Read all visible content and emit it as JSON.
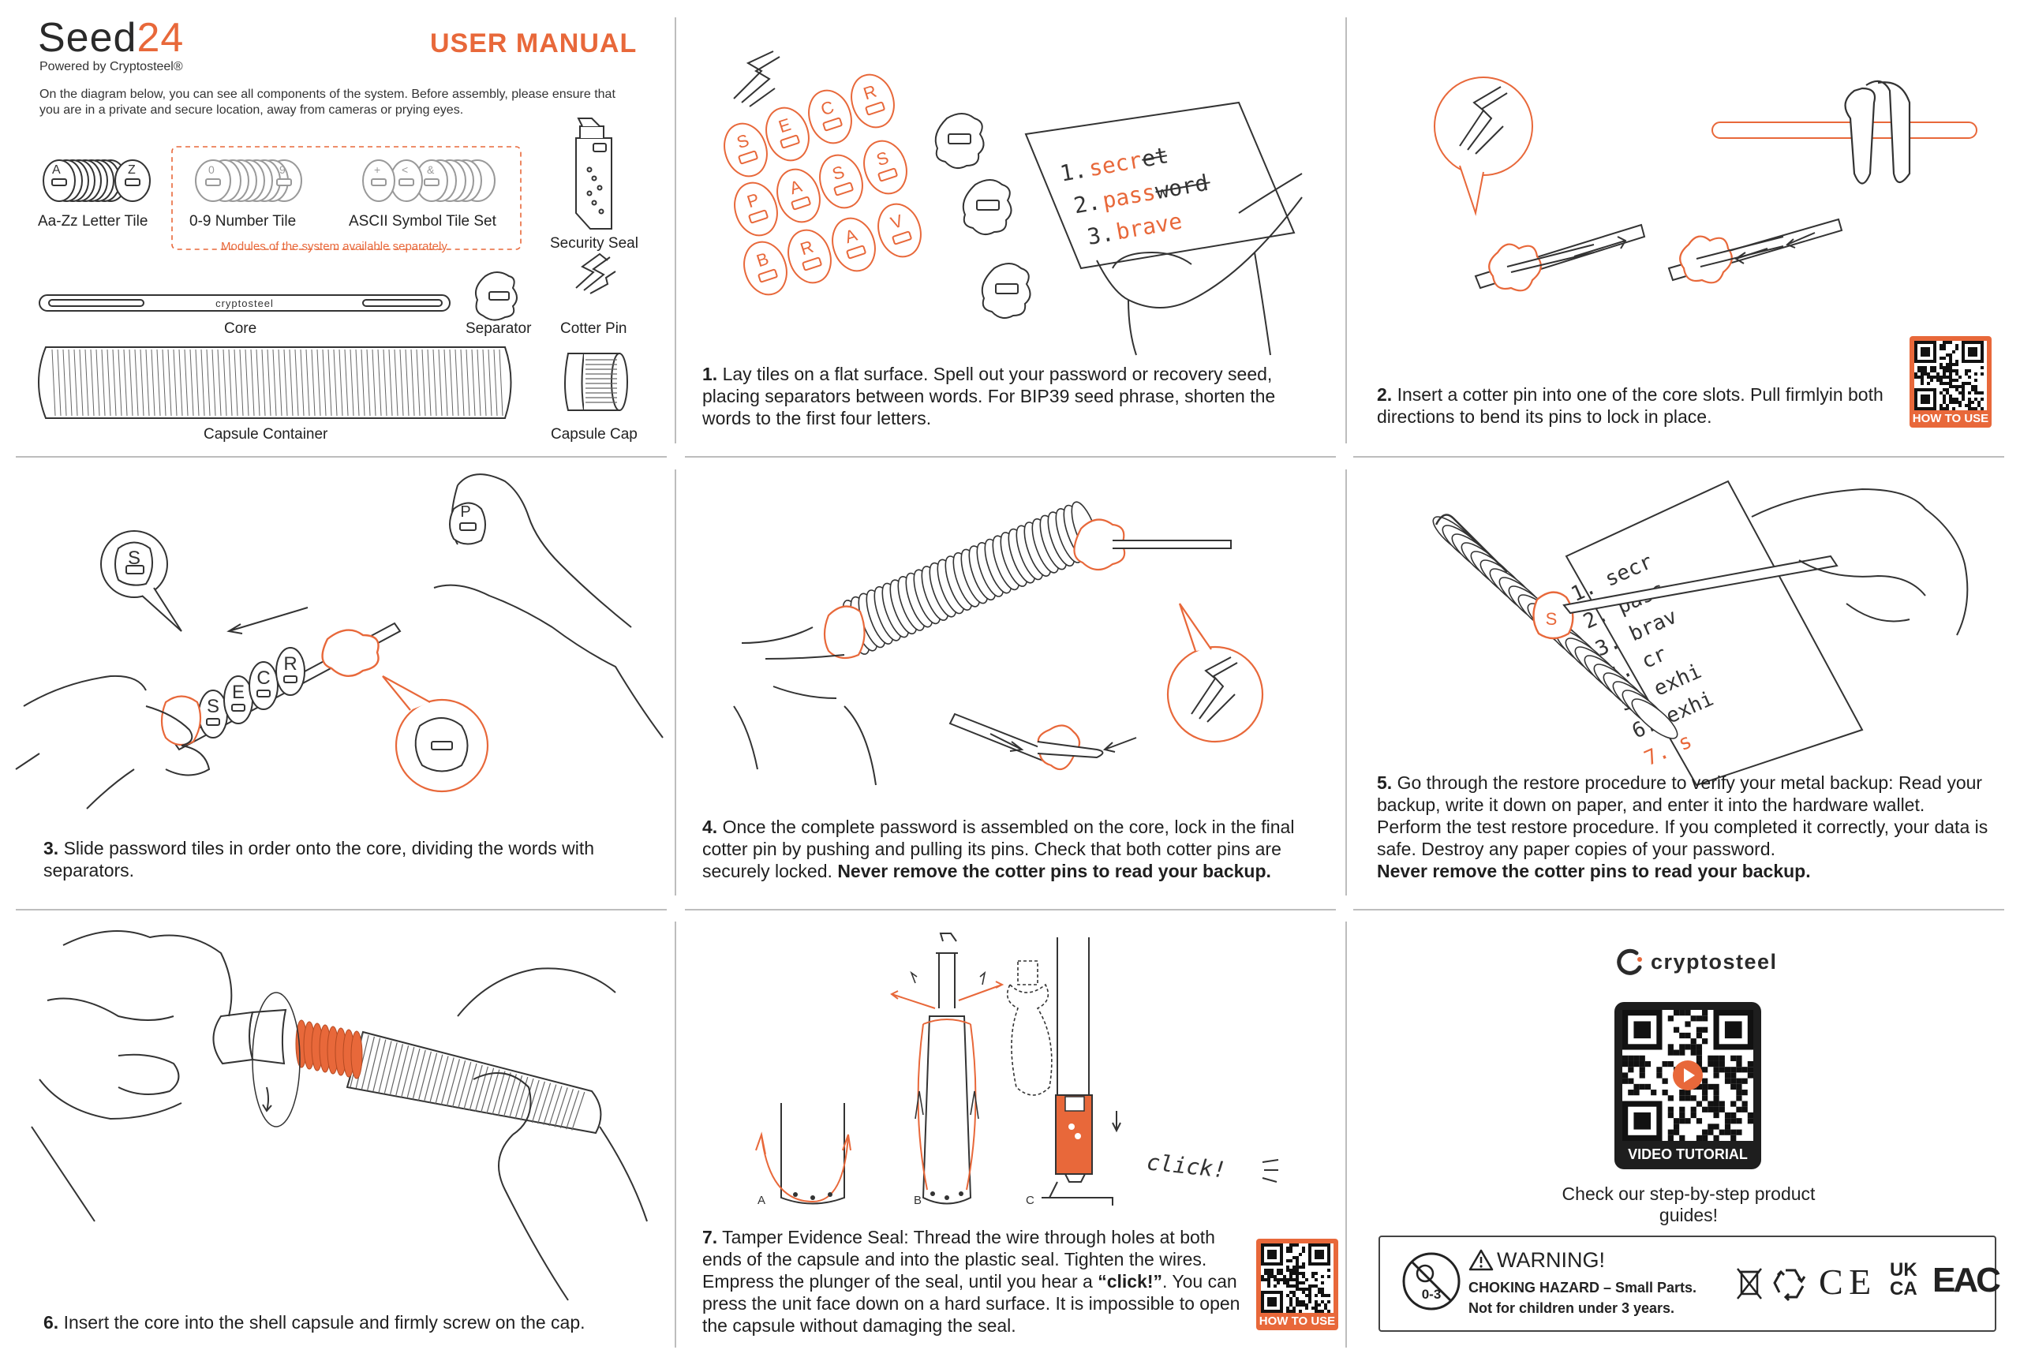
{
  "brand": {
    "logo_main": "Seed",
    "logo_num": "24",
    "powered": "Powered by Cryptosteel®",
    "manual_title": "USER MANUAL"
  },
  "colors": {
    "accent": "#e8683a",
    "text": "#1f1f1f",
    "line": "#333333",
    "divider": "#bdbdbd"
  },
  "intro": "On the diagram below, you can see all components of the system. Before assembly, please ensure that you are in a private and secure location, away from cameras or prying eyes.",
  "components": {
    "letter_tile": "Aa-Zz Letter Tile",
    "number_tile": "0-9 Number Tile",
    "symbol_tile": "ASCII Symbol Tile Set",
    "modules_note": "Modules of the system available separately",
    "security_seal": "Security Seal",
    "core": "Core",
    "core_text": "cryptosteel",
    "separator": "Separator",
    "cotter_pin": "Cotter Pin",
    "capsule_container": "Capsule Container",
    "capsule_cap": "Capsule Cap",
    "tile_a": "A",
    "tile_z": "Z",
    "tile_0": "0",
    "tile_9": "9",
    "sym_1": "+",
    "sym_2": "<",
    "sym_3": "&"
  },
  "step1": {
    "num": "1.",
    "text": "Lay tiles on a flat surface. Spell out your password or recovery seed, placing separators between words. For BIP39 seed phrase, shorten the words to the first four letters.",
    "tiles": [
      "S",
      "E",
      "C",
      "R",
      "P",
      "A",
      "S",
      "S",
      "B",
      "R",
      "A",
      "V"
    ],
    "note_l1n": "1.",
    "note_l1a": "secr",
    "note_l1b": "et",
    "note_l2n": "2.",
    "note_l2a": "pass",
    "note_l2b": "word",
    "note_l3n": "3.",
    "note_l3a": "brave"
  },
  "step2": {
    "num": "2.",
    "text": "Insert a cotter pin into one of the core slots. Pull firmlyin both directions to bend its pins to lock in place.",
    "qr_label": "HOW TO USE"
  },
  "step3": {
    "num": "3.",
    "text": "Slide password tiles in order onto the core, dividing the words with separators.",
    "tiles": [
      "S",
      "E",
      "C",
      "R"
    ],
    "bubble_tile": "S",
    "held_tile": "P"
  },
  "step4": {
    "num": "4.",
    "text": "Once the complete password is assembled on the core, lock in the final cotter pin by pushing and pulling its pins. Check that both cotter pins are securely locked.",
    "bold": "Never remove the cotter pins to read your backup."
  },
  "step5": {
    "num": "5.",
    "text": "Go through the restore procedure to verify your metal backup: Read your backup, write it down on paper, and enter it into the hardware wallet. Perform the test restore procedure. If you completed it correctly, your data is safe. Destroy any paper copies of your password.",
    "bold": "Never remove the cotter pins to read your backup.",
    "note_lines": [
      "1. secr",
      "2. pass",
      "3. brav",
      "4. cr",
      "5. exhi",
      "6. exhi",
      "7. s"
    ],
    "tile": "S"
  },
  "step6": {
    "num": "6.",
    "text": "Insert the core into the shell capsule and firmly screw on the cap."
  },
  "step7": {
    "num": "7.",
    "text_a": "Tamper Evidence Seal: Thread the wire through holes at both ends of the capsule and into the plastic seal. Tighten the wires. Empress the plunger of the seal, until you hear a ",
    "click_bold": "“click!”",
    "text_b": ". You can press the unit face down on a hard surface. It is impossible to open the capsule without damaging the seal.",
    "label_a": "A",
    "label_b": "B",
    "label_c": "C",
    "click": "click!",
    "qr_label": "HOW TO USE"
  },
  "panel9": {
    "logo": "cryptosteel",
    "qr_label": "VIDEO TUTORIAL",
    "guides": "Check our step-by-step product guides!",
    "warning_title": "WARNING!",
    "warning_line1": "CHOKING HAZARD – Small Parts.",
    "warning_line2": "Not for children under 3 years.",
    "age": "0-3",
    "ce": "C E",
    "ukca_1": "UK",
    "ukca_2": "CA",
    "eac": "EAC"
  }
}
